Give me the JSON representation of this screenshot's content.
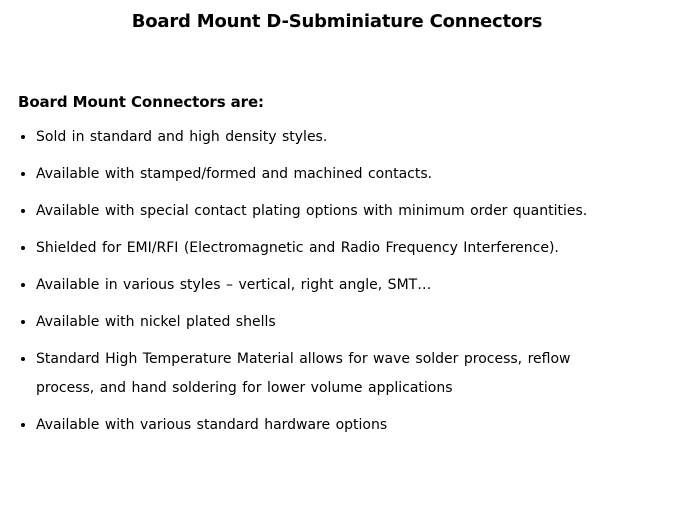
{
  "slide": {
    "title": "Board Mount D-Subminiature Connectors",
    "heading": "Board Mount Connectors are:",
    "bullets": [
      {
        "text": "Sold in standard and high density styles."
      },
      {
        "text": "Available with stamped/formed and machined contacts."
      },
      {
        "text": "Available with special contact plating options with minimum order quantities."
      },
      {
        "text": "Shielded for EMI/RFI (Electromagnetic and Radio Frequency Interference)."
      },
      {
        "text": "Available in various styles – vertical, right angle, SMT…"
      },
      {
        "text": "Available with nickel plated shells"
      },
      {
        "text": "Standard High Temperature Material allows for wave solder process, reflow\nprocess, and hand soldering for lower volume applications"
      },
      {
        "text": "Available with various standard hardware options"
      }
    ],
    "icons": {
      "bullet": "dot"
    },
    "colors": {
      "text": "#000000",
      "background": "#ffffff"
    }
  }
}
